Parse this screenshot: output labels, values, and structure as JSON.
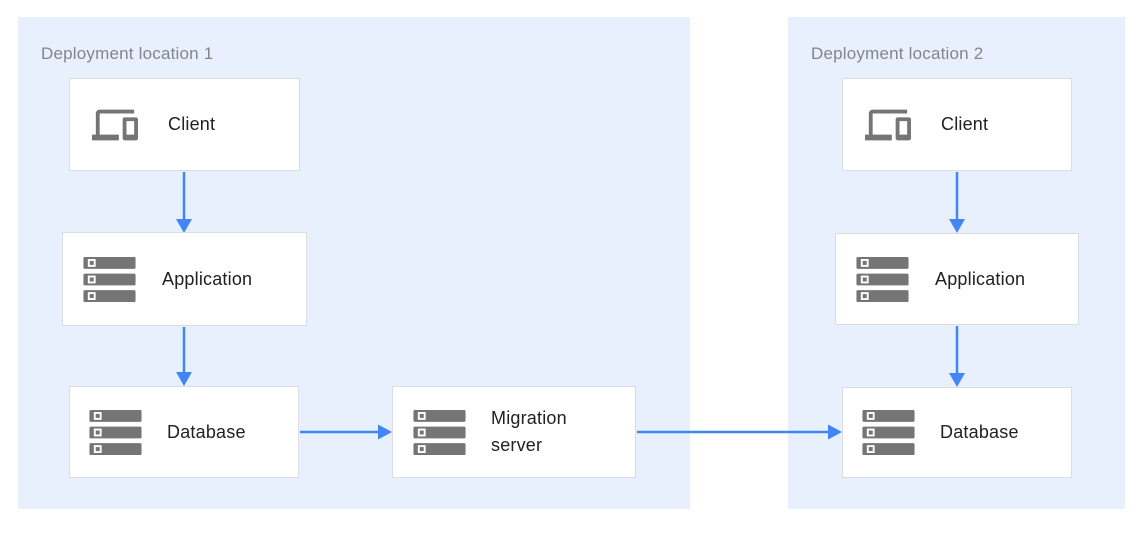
{
  "colors": {
    "region_bg": "#E8F0FE",
    "region_title": "#80868B",
    "box_bg": "#FFFFFF",
    "box_border": "#DADCE0",
    "node_text": "#212121",
    "icon": "#757575",
    "arrow": "#4285F4"
  },
  "regions": [
    {
      "title": "Deployment location 1"
    },
    {
      "title": "Deployment location 2"
    }
  ],
  "nodes": {
    "client1": {
      "label": "Client",
      "icon": "devices-icon",
      "region": "Deployment location 1"
    },
    "application1": {
      "label": "Application",
      "icon": "server-stack-icon",
      "region": "Deployment location 1"
    },
    "database1": {
      "label": "Database",
      "icon": "server-stack-icon",
      "region": "Deployment location 1"
    },
    "migration_server": {
      "label": "Migration server",
      "icon": "server-stack-icon",
      "region": "Deployment location 1"
    },
    "client2": {
      "label": "Client",
      "icon": "devices-icon",
      "region": "Deployment location 2"
    },
    "application2": {
      "label": "Application",
      "icon": "server-stack-icon",
      "region": "Deployment location 2"
    },
    "database2": {
      "label": "Database",
      "icon": "server-stack-icon",
      "region": "Deployment location 2"
    }
  },
  "edges": [
    {
      "from": "client1",
      "to": "application1"
    },
    {
      "from": "application1",
      "to": "database1"
    },
    {
      "from": "database1",
      "to": "migration_server"
    },
    {
      "from": "migration_server",
      "to": "database2"
    },
    {
      "from": "client2",
      "to": "application2"
    },
    {
      "from": "application2",
      "to": "database2"
    }
  ]
}
